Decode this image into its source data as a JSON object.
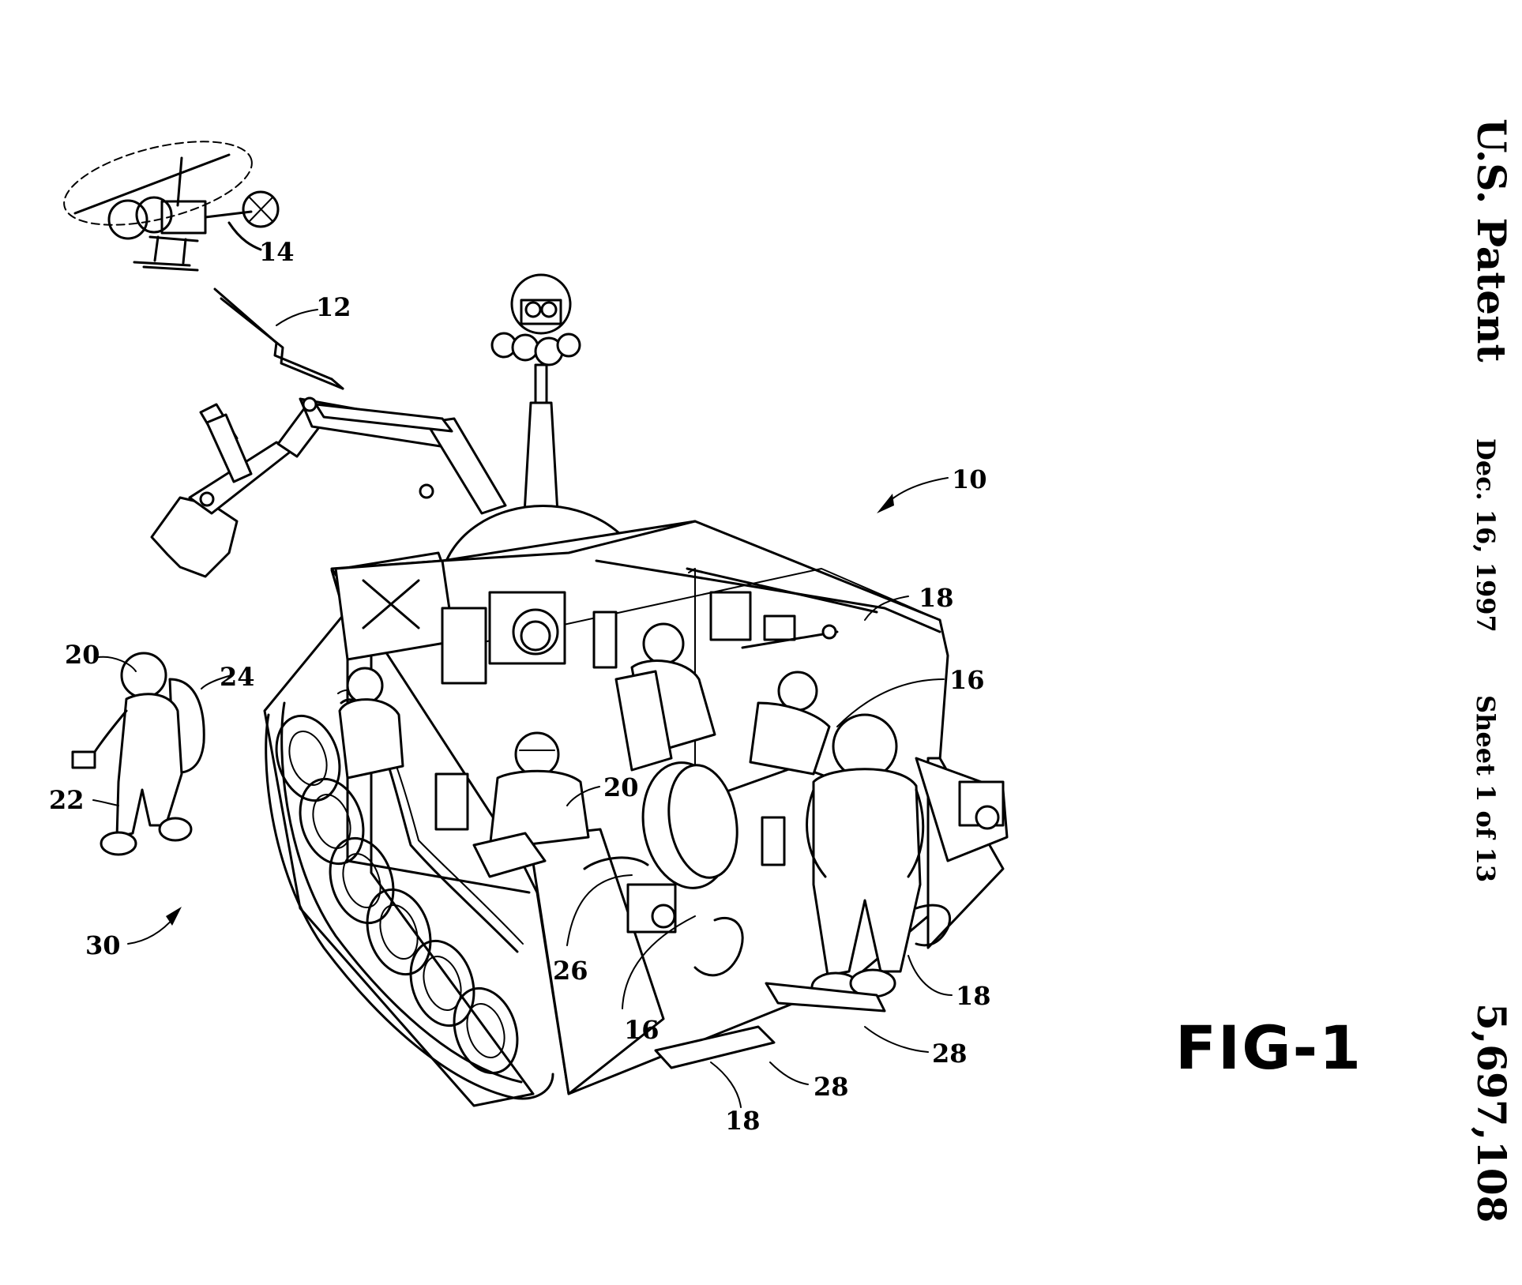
{
  "header": {
    "patent_label": "U.S. Patent",
    "date": "Dec. 16, 1997",
    "sheet": "Sheet 1 of 13",
    "patent_number": "5,697,108"
  },
  "figure": {
    "label": "FIG-1",
    "reference_numerals": [
      "14",
      "12",
      "10",
      "18",
      "16",
      "20",
      "24",
      "22",
      "20",
      "30",
      "26",
      "16",
      "18",
      "28",
      "28",
      "18"
    ]
  }
}
